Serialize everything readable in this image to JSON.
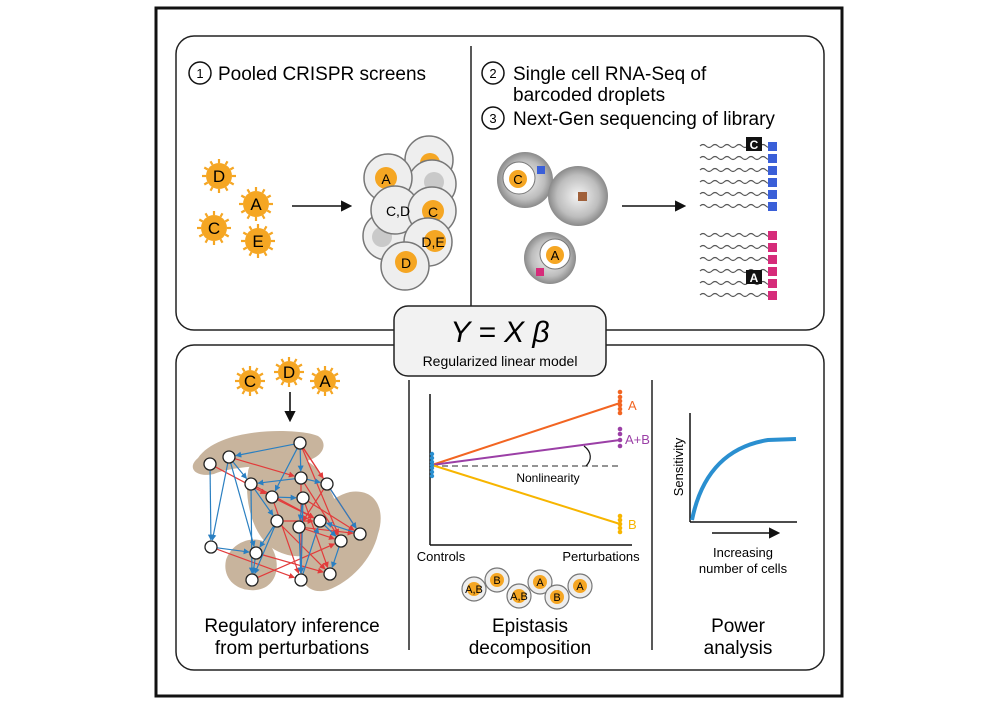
{
  "top": {
    "step1": {
      "num": "1",
      "label": "Pooled CRISPR screens"
    },
    "step2": {
      "num": "2",
      "line1": "Single cell RNA-Seq of",
      "line2": "barcoded droplets"
    },
    "step3": {
      "num": "3",
      "label": "Next-Gen sequencing of library"
    },
    "guides": [
      "D",
      "A",
      "C",
      "E"
    ],
    "cells": [
      "A",
      "C,D",
      "C",
      "D,E",
      "D"
    ],
    "droplets": [
      "C",
      "A"
    ],
    "barcodes": [
      "C",
      "A"
    ]
  },
  "model": {
    "equation": "Y = X β",
    "caption": "Regularized linear model"
  },
  "bottom": {
    "regulatory": {
      "guides": [
        "C",
        "D",
        "A"
      ],
      "title1": "Regulatory inference",
      "title2": "from perturbations"
    },
    "epistasis": {
      "xlabel_left": "Controls",
      "xlabel_right": "Perturbations",
      "annotation": "Nonlinearity",
      "series": [
        {
          "name": "A",
          "color": "#f26522"
        },
        {
          "name": "A+B",
          "color": "#9b3fa6"
        },
        {
          "name": "B",
          "color": "#f7b500"
        }
      ],
      "cells": [
        "A,B",
        "B",
        "A,B",
        "A",
        "B",
        "A"
      ],
      "title1": "Epistasis",
      "title2": "decomposition"
    },
    "power": {
      "ylabel": "Sensitivity",
      "xlabel1": "Increasing",
      "xlabel2": "number of cells",
      "title1": "Power",
      "title2": "analysis"
    }
  },
  "colors": {
    "orange": "#f5a623",
    "blue": "#2a7fc1",
    "red": "#e23b3b",
    "tan": "#c8b49d",
    "barcode_blue": "#3a5fd8",
    "barcode_magenta": "#d62c7a",
    "brown": "#a0603a"
  }
}
